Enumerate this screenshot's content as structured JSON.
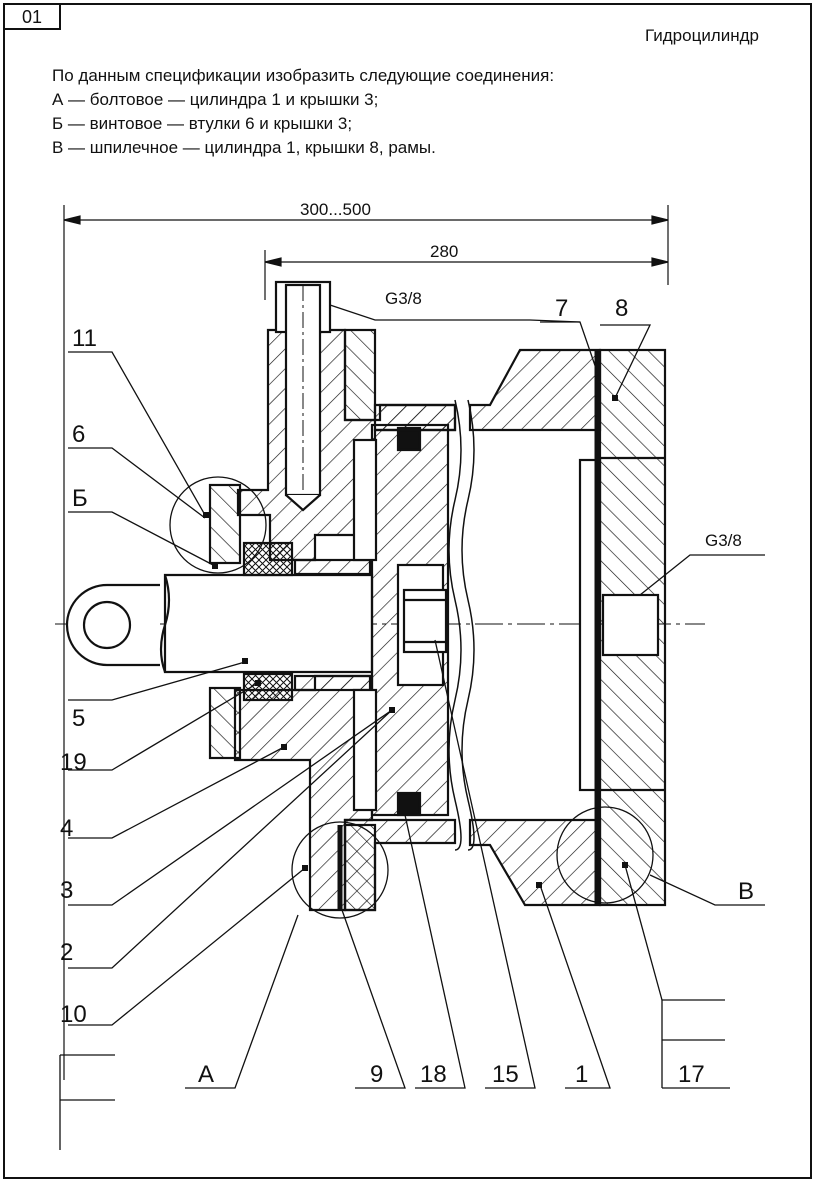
{
  "sheet_number": "01",
  "title": "Гидроцилиндр",
  "task": {
    "intro": "По данным  спецификации изобразить следующие соединения:",
    "lines": [
      "А — болтовое — цилиндра 1 и крышки 3;",
      "Б — винтовое — втулки 6 и крышки 3;",
      "В — шпилечное — цилиндра 1, крышки 8, рамы."
    ]
  },
  "dimensions": {
    "overall": "300...500",
    "length": "280"
  },
  "thread_labels": {
    "top": "G3/8",
    "right": "G3/8"
  },
  "left_labels": [
    "11",
    "6",
    "Б",
    "5",
    "19",
    "4",
    "3",
    "2",
    "10"
  ],
  "bottom_labels": [
    "А",
    "9",
    "18",
    "15",
    "1",
    "17"
  ],
  "top_labels": [
    "7",
    "8"
  ],
  "right_labels": [
    "В"
  ]
}
